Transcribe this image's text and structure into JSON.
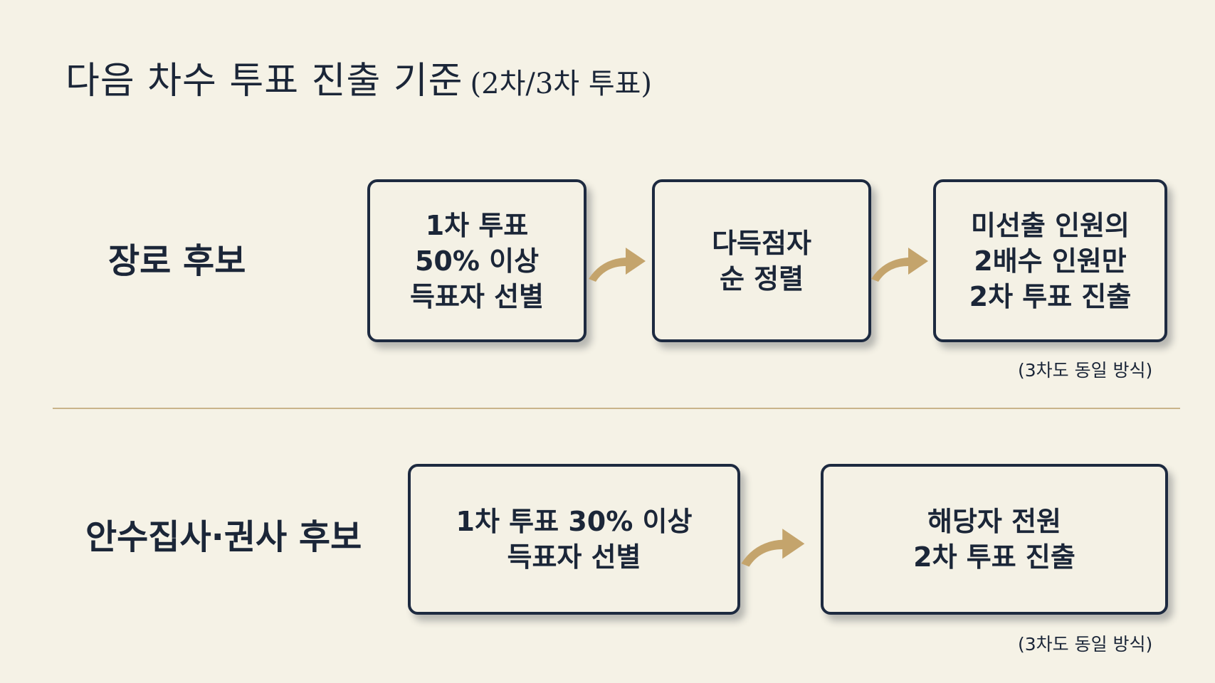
{
  "title": {
    "main": "다음 차수 투표 진출 기준",
    "sub": "(2차/3차 투표)"
  },
  "rows": [
    {
      "label": "장로 후보",
      "boxes": [
        {
          "lines": [
            "1차 투표",
            "50% 이상",
            "득표자 선별"
          ]
        },
        {
          "lines": [
            "다득점자",
            "순 정렬"
          ]
        },
        {
          "lines": [
            "미선출 인원의",
            "2배수 인원만",
            "2차 투표 진출"
          ]
        }
      ],
      "note": "(3차도 동일 방식)"
    },
    {
      "label": "안수집사·권사 후보",
      "boxes": [
        {
          "lines": [
            "1차 투표 30% 이상",
            "득표자 선별"
          ]
        },
        {
          "lines": [
            "해당자 전원",
            "2차 투표 진출"
          ]
        }
      ],
      "note": "(3차도 동일 방식)"
    }
  ],
  "colors": {
    "background": "#f5f2e6",
    "text": "#1b2638",
    "border": "#1d2a40",
    "arrow": "#c4a46c",
    "divider": "#c9b48a"
  },
  "icons": {
    "arrow": "curved-arrow-right-icon"
  }
}
